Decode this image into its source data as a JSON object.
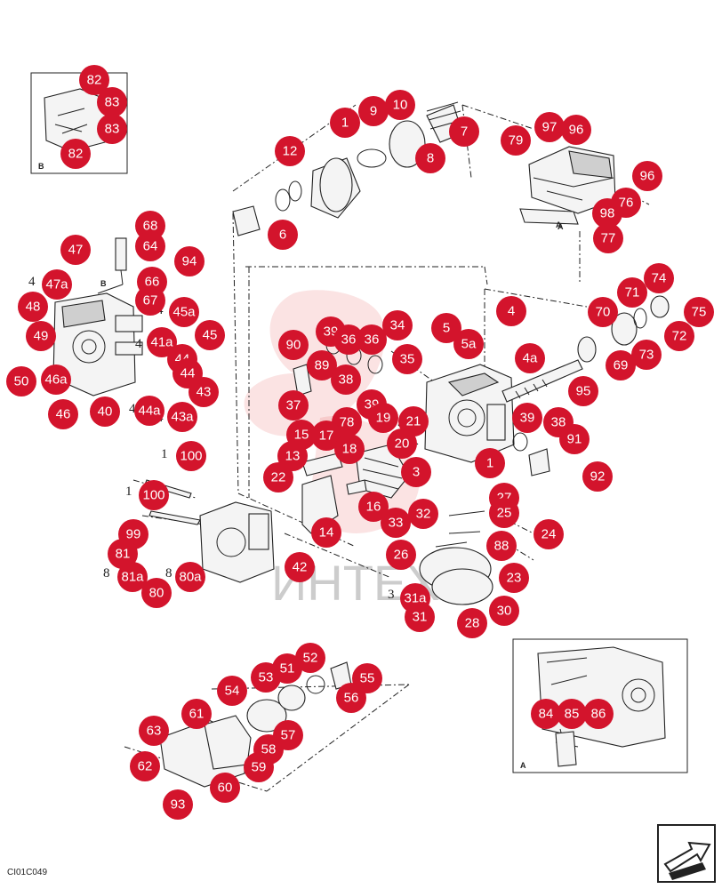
{
  "drawing_code": "CI01C049",
  "watermark_text": "ИНТЕХ",
  "inset_labels": {
    "b": "B",
    "a": "A",
    "a_detail": "A"
  },
  "inline_marks": {
    "b_arrow": "B",
    "a_main": "A"
  },
  "plain_labels": [
    "4",
    "4",
    "4",
    "4",
    "4",
    "1",
    "1",
    "8",
    "8",
    "3"
  ],
  "callouts": [
    "82",
    "83",
    "83",
    "82",
    "1",
    "9",
    "10",
    "7",
    "12",
    "8",
    "6",
    "79",
    "97",
    "96",
    "96",
    "76",
    "98",
    "77",
    "68",
    "64",
    "47",
    "94",
    "47a",
    "66",
    "67",
    "48",
    "45a",
    "49",
    "45",
    "41a",
    "44",
    "50",
    "46a",
    "44",
    "43",
    "46",
    "40",
    "44a",
    "43a",
    "90",
    "39",
    "36",
    "34",
    "5",
    "5a",
    "4",
    "4a",
    "89",
    "36",
    "35",
    "38",
    "37",
    "39",
    "78",
    "19",
    "21",
    "15",
    "17",
    "18",
    "20",
    "13",
    "22",
    "3",
    "1",
    "95",
    "39",
    "38",
    "91",
    "92",
    "70",
    "71",
    "74",
    "75",
    "69",
    "73",
    "72",
    "100",
    "100",
    "16",
    "33",
    "32",
    "27",
    "25",
    "24",
    "14",
    "88",
    "99",
    "81",
    "42",
    "26",
    "81a",
    "80a",
    "80",
    "23",
    "31a",
    "31",
    "28",
    "30",
    "52",
    "51",
    "53",
    "54",
    "55",
    "56",
    "61",
    "63",
    "57",
    "58",
    "62",
    "59",
    "60",
    "93",
    "84",
    "85",
    "86"
  ],
  "icons": {
    "nav": "page-turn-arrow-icon"
  }
}
